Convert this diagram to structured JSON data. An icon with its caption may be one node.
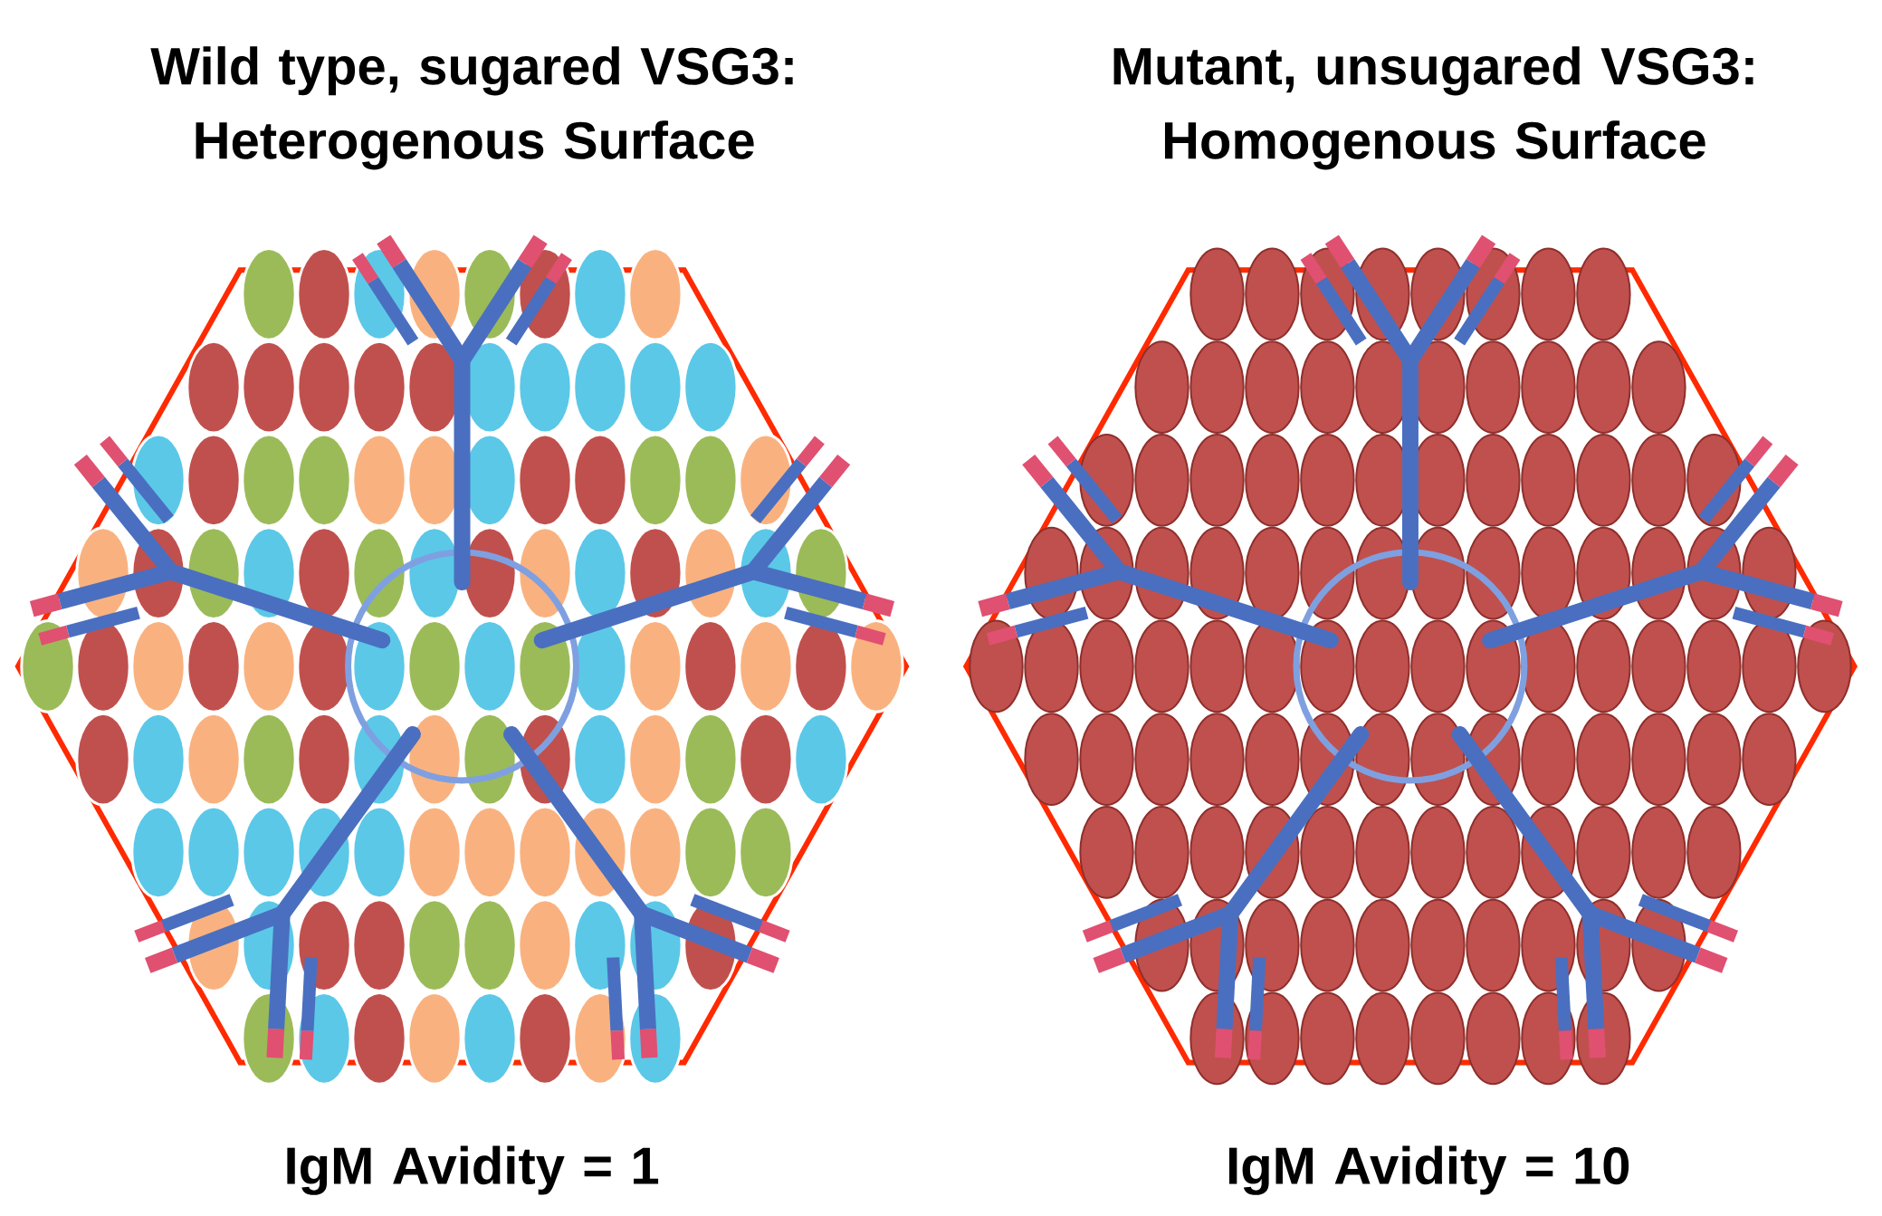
{
  "diagram": {
    "labels": [
      "Wild type, sugared VSG3: Heterogenous Surface",
      "Mutant, unsugared VSG3: Homogenous Surface",
      "IgM Avidity = 1",
      "IgM Avidity = 10"
    ]
  }
}
